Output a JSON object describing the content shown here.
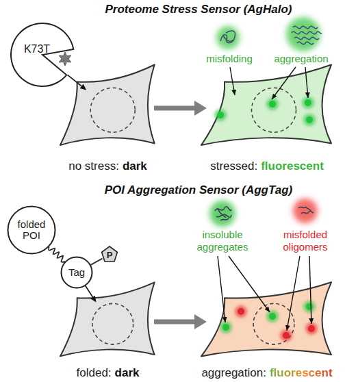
{
  "diagram": {
    "nodes": [
      {
        "text": [
          "K73T"
        ]
      },
      {
        "text": [
          "no stress:",
          "dark"
        ]
      },
      {
        "text": [
          "stressed:",
          "fluorescent"
        ]
      },
      {
        "text": [
          "folded POI"
        ]
      },
      {
        "text": [
          "Tag"
        ]
      },
      {
        "text": [
          "P"
        ]
      },
      {
        "text": [
          "folded:",
          "dark"
        ]
      },
      {
        "text": [
          "aggregation:",
          "fluorescent"
        ]
      }
    ],
    "edges": [
      {
        "from": 0,
        "to": 1,
        "arrow": "to"
      },
      {
        "from": 1,
        "to": 2,
        "arrow": "to"
      },
      {
        "from": 3,
        "to": 4,
        "arrow": "none"
      },
      {
        "from": 4,
        "to": 5,
        "arrow": "none"
      },
      {
        "from": 4,
        "to": 6,
        "arrow": "to"
      },
      {
        "from": 6,
        "to": 7,
        "arrow": "to"
      }
    ],
    "labels": [
      "Proteome Stress Sensor (AgHalo)",
      "misfolding",
      "aggregation",
      "POI Aggregation Sensor (AggTag)",
      "insoluble aggregates",
      "misfolded oligomers"
    ]
  }
}
